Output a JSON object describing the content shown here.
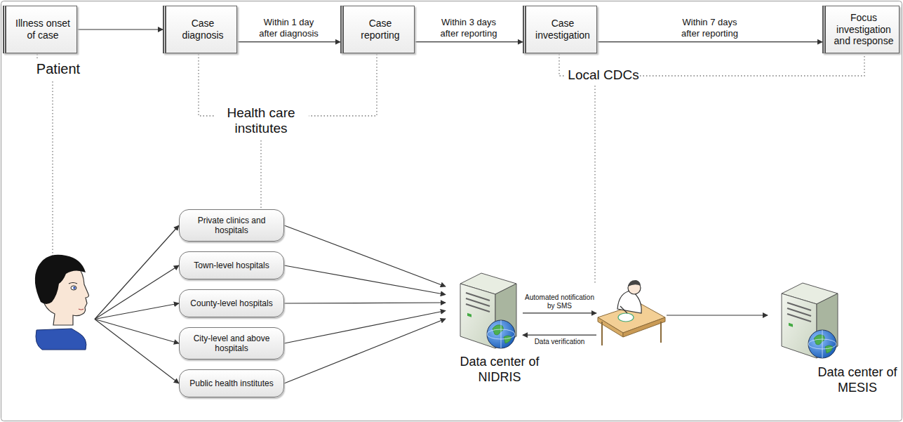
{
  "diagram": {
    "nodes": [
      {
        "text": [
          "Illness onset of case"
        ]
      },
      {
        "text": [
          "Case diagnosis"
        ]
      },
      {
        "text": [
          "Case reporting"
        ]
      },
      {
        "text": [
          "Case investigation"
        ]
      },
      {
        "text": [
          "Focus investigation and response"
        ]
      },
      {
        "text": [
          "Patient"
        ]
      },
      {
        "text": [
          "Private clinics and hospitals"
        ]
      },
      {
        "text": [
          "Town-level hospitals"
        ]
      },
      {
        "text": [
          "County-level hospitals"
        ]
      },
      {
        "text": [
          "City-level and above hospitals"
        ]
      },
      {
        "text": [
          "Public health institutes"
        ]
      },
      {
        "text": [
          "Data center of NIDRIS"
        ]
      },
      {
        "text": [
          "Local CDCs"
        ]
      },
      {
        "text": [
          "Data center of MESIS"
        ]
      }
    ],
    "edges": [
      {
        "from": 0,
        "to": 1,
        "arrow": "to"
      },
      {
        "from": 1,
        "to": 2,
        "label": "Within 1 day after diagnosis",
        "arrow": "to"
      },
      {
        "from": 2,
        "to": 3,
        "label": "Within 3 days after reporting",
        "arrow": "to"
      },
      {
        "from": 3,
        "to": 4,
        "label": "Within 7 days after reporting",
        "arrow": "to"
      },
      {
        "from": 5,
        "to": 6,
        "arrow": "to"
      },
      {
        "from": 5,
        "to": 7,
        "arrow": "to"
      },
      {
        "from": 5,
        "to": 8,
        "arrow": "to"
      },
      {
        "from": 5,
        "to": 9,
        "arrow": "to"
      },
      {
        "from": 5,
        "to": 10,
        "arrow": "to"
      },
      {
        "from": 6,
        "to": 11,
        "arrow": "to"
      },
      {
        "from": 7,
        "to": 11,
        "arrow": "to"
      },
      {
        "from": 8,
        "to": 11,
        "arrow": "to"
      },
      {
        "from": 9,
        "to": 11,
        "arrow": "to"
      },
      {
        "from": 10,
        "to": 11,
        "arrow": "to"
      },
      {
        "from": 11,
        "to": 12,
        "label": "Automated notification by SMS",
        "arrow": "to"
      },
      {
        "from": 12,
        "to": 11,
        "label": "Data verification",
        "arrow": "to"
      },
      {
        "from": 12,
        "to": 13,
        "arrow": "to"
      }
    ],
    "labels": [
      "Health care institutes"
    ]
  }
}
